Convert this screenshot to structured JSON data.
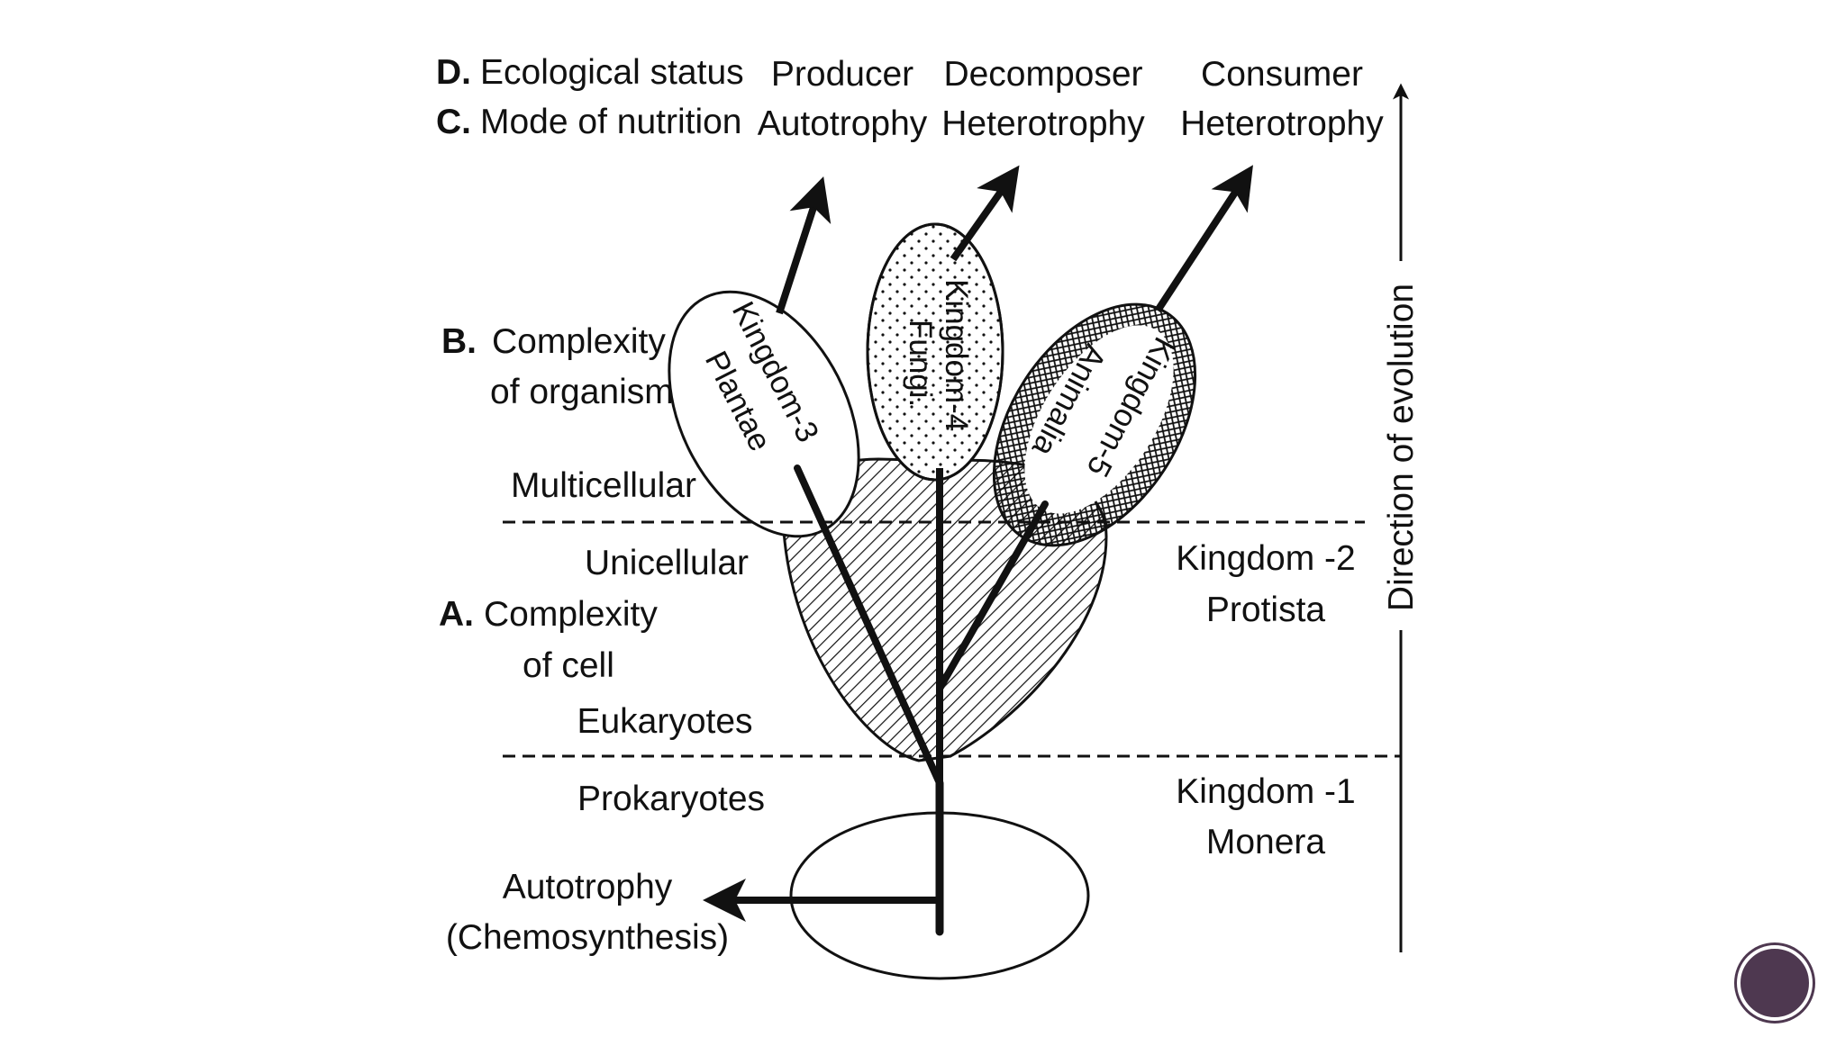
{
  "levels": {
    "d": {
      "letter": "D.",
      "text": "Ecological status"
    },
    "c": {
      "letter": "C.",
      "text": "Mode of nutrition"
    },
    "b": {
      "letter": "B.",
      "line1": "Complexity",
      "line2": "of organism"
    },
    "a": {
      "letter": "A.",
      "line1": "Complexity",
      "line2": "of cell"
    }
  },
  "columns": {
    "producer": {
      "status": "Producer",
      "nutrition": "Autotrophy"
    },
    "decomposer": {
      "status": "Decomposer",
      "nutrition": "Heterotrophy"
    },
    "consumer": {
      "status": "Consumer",
      "nutrition": "Heterotrophy"
    }
  },
  "divisions": {
    "multicellular": "Multicellular",
    "unicellular": "Unicellular",
    "eukaryotes": "Eukaryotes",
    "prokaryotes": "Prokaryotes"
  },
  "kingdoms": {
    "k1": {
      "line1": "Kingdom -1",
      "line2": "Monera"
    },
    "k2": {
      "line1": "Kingdom -2",
      "line2": "Protista"
    },
    "k3": {
      "line1": "Kingdom-3",
      "line2": "Plantae"
    },
    "k4": {
      "line1": "Kingdom-4",
      "line2": "Fungi."
    },
    "k5": {
      "line1": "Kingdom-5",
      "line2": "Animalia"
    }
  },
  "monera_branch": {
    "line1": "Autotrophy",
    "line2": "(Chemosynthesis)"
  },
  "evolution_axis": "Direction of evolution",
  "nav_button": {
    "icon": "circle-nav-icon",
    "color": "#4e3850"
  }
}
